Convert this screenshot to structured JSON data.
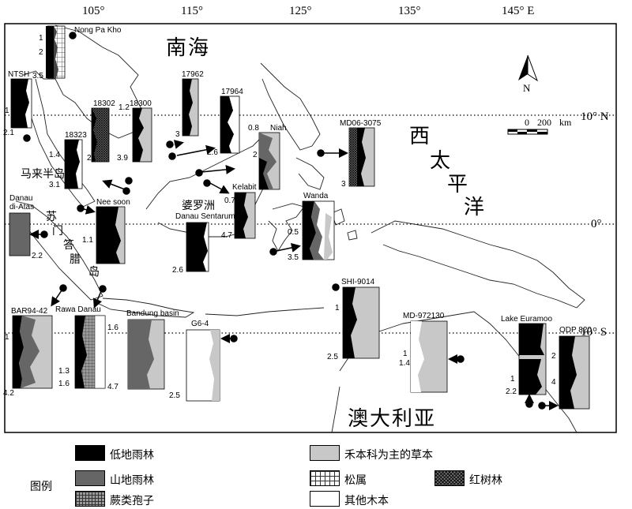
{
  "map": {
    "lon_labels": [
      "105°",
      "115°",
      "125°",
      "135°",
      "145° E"
    ],
    "lat_labels": [
      "10° N",
      "0°",
      "10° S"
    ],
    "north_label": "N",
    "scale": {
      "zero": "0",
      "value": "200",
      "unit": "km"
    },
    "regions": {
      "south_sea": "南海",
      "west_pacific": [
        "西",
        "太",
        "平",
        "洋"
      ],
      "malay_peninsula": "马来半岛",
      "borneo": "婆罗洲",
      "sumatra": [
        "苏",
        "门",
        "答",
        "腊",
        "岛"
      ],
      "australia": "澳大利亚"
    },
    "sites": {
      "nong_pa_kho": "Nong Pa Kho",
      "ntsh": "NTSH",
      "s18302": "18302",
      "s18300": "18300",
      "s18323": "18323",
      "s17962": "17962",
      "s17964": "17964",
      "niah": "Niah",
      "md06_3075": "MD06-3075",
      "kelabit": "Kelabit",
      "danau_sentarum": "Danau Sentarum",
      "wanda": "Wanda",
      "danau_di_atas": [
        "Danau",
        "di-Atas"
      ],
      "nee_soon": "Nee soon",
      "bar94_42": "BAR94-42",
      "rawa_danau": "Rawa Danau",
      "bandung_basin": "Bandung basin",
      "g6_4": "G6-4",
      "shi_9014": "SHI-9014",
      "md_972130": "MD-972130",
      "lake_euramoo": "Lake Euramoo",
      "odp_820": "ODP 820"
    },
    "axis_values": {
      "nong": [
        "1",
        "2",
        "3.5"
      ],
      "ntsh": [
        "1",
        "2.1"
      ],
      "s18302": [
        "2"
      ],
      "s18300": [
        "1.2",
        "3.9"
      ],
      "s18323": [
        "1.4",
        "3.1"
      ],
      "s17962": [
        "3"
      ],
      "s17964": [
        "2.6"
      ],
      "niah": [
        "0.8",
        "2"
      ],
      "md06": [
        "3"
      ],
      "kelabit": [
        "0.7",
        "4.7"
      ],
      "sentarum": [
        "2.6"
      ],
      "wanda": [
        "0.5",
        "3.5"
      ],
      "datas": [
        "2.2"
      ],
      "neesoon": [
        "1.1"
      ],
      "bar": [
        "1",
        "4.2"
      ],
      "rawa": [
        "1.3",
        "1.6"
      ],
      "bandung": [
        "1.6",
        "4.7"
      ],
      "g64": [
        "2.5"
      ],
      "shi": [
        "1",
        "2.5"
      ],
      "md97": [
        "1",
        "1.4"
      ],
      "euramoo": [
        "1",
        "2.2"
      ],
      "odp": [
        "2",
        "4"
      ]
    }
  },
  "legend": {
    "title": "图例",
    "items": [
      {
        "label": "低地雨林",
        "pattern": "solid-black",
        "color": "#000000"
      },
      {
        "label": "山地雨林",
        "pattern": "solid-dark-gray",
        "color": "#666666"
      },
      {
        "label": "蕨类孢子",
        "pattern": "dotted-grid",
        "color": "#888888"
      },
      {
        "label": "禾本科为主的草本",
        "pattern": "solid-light-gray",
        "color": "#c8c8c8"
      },
      {
        "label": "松属",
        "pattern": "square-grid",
        "color": "#ffffff"
      },
      {
        "label": "其他木本",
        "pattern": "white",
        "color": "#ffffff"
      },
      {
        "label": "红树林",
        "pattern": "dense-hatch",
        "color": "#444444"
      }
    ]
  }
}
